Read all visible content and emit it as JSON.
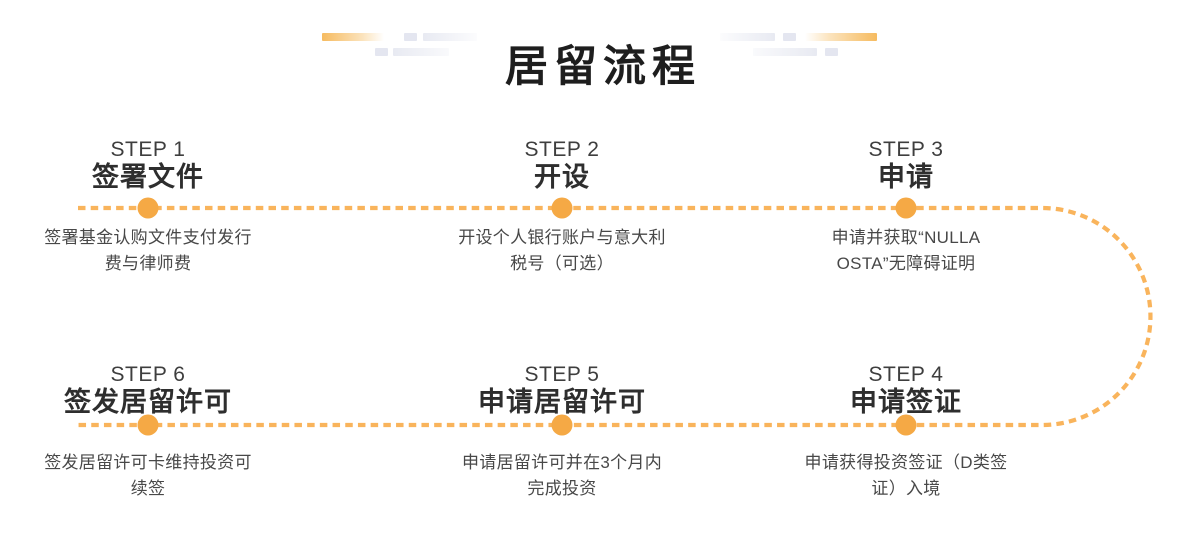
{
  "title": "居留流程",
  "colors": {
    "dot_orange": "#F5A945",
    "dash_orange": "#F9B45C",
    "title_text": "#1E1E1E",
    "step_label_text": "#3E3E3E",
    "step_title_text": "#2E2E2E",
    "desc_text": "#484848",
    "decor_gray": "#E8EAF2",
    "decor_orange": "#F6BB60"
  },
  "flow": {
    "steps": [
      {
        "label": "STEP 1",
        "title": "签署文件",
        "desc": "签署基金认购文件支付发行\n费与律师费"
      },
      {
        "label": "STEP 2",
        "title": "开设",
        "desc": "开设个人银行账户与意大利\n税号（可选）"
      },
      {
        "label": "STEP 3",
        "title": "申请",
        "desc": "申请并获取“NULLA\nOSTA”无障碍证明"
      },
      {
        "label": "STEP 4",
        "title": "申请签证",
        "desc": "申请获得投资签证（D类签\n证）入境"
      },
      {
        "label": "STEP 5",
        "title": "申请居留许可",
        "desc": "申请居留许可并在3个月内\n完成投资"
      },
      {
        "label": "STEP 6",
        "title": "签发居留许可",
        "desc": "签发居留许可卡维持投资可\n续签"
      }
    ]
  }
}
